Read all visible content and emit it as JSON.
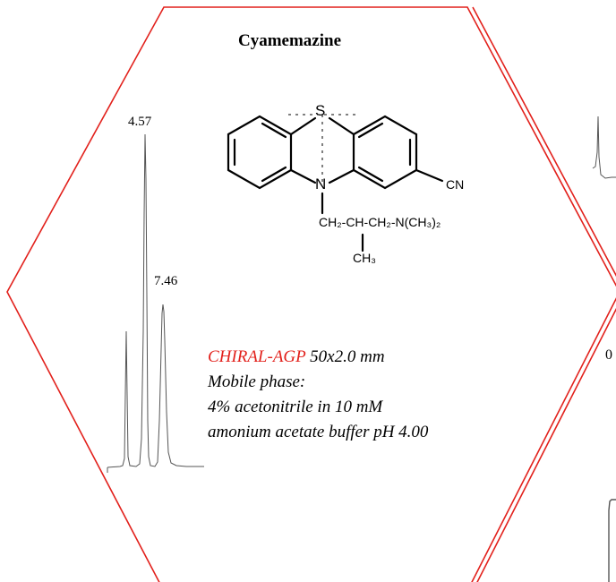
{
  "panel": {
    "title": "Cyamemazine",
    "peaks": [
      "4.57",
      "7.46"
    ],
    "column": {
      "brand": "CHIRAL-AGP",
      "size": "50x2.0 mm"
    },
    "mobile_phase_label": "Mobile phase:",
    "mobile_phase_line1": "4% acetonitrile in 10 mM",
    "mobile_phase_line2": "amonium acetate buffer pH 4.00"
  },
  "structure": {
    "atoms": {
      "sulfur": "S",
      "nitrogen": "N",
      "cyano": "CN",
      "chain": "CH₂-CH-CH₂-N(CH₃)₂",
      "methyl": "CH₃"
    }
  },
  "neighbor_panel": {
    "partial_label": "0"
  },
  "colors": {
    "hex_outline": "#e2211c",
    "accent_text": "#e2211c",
    "trace": "#555555"
  }
}
